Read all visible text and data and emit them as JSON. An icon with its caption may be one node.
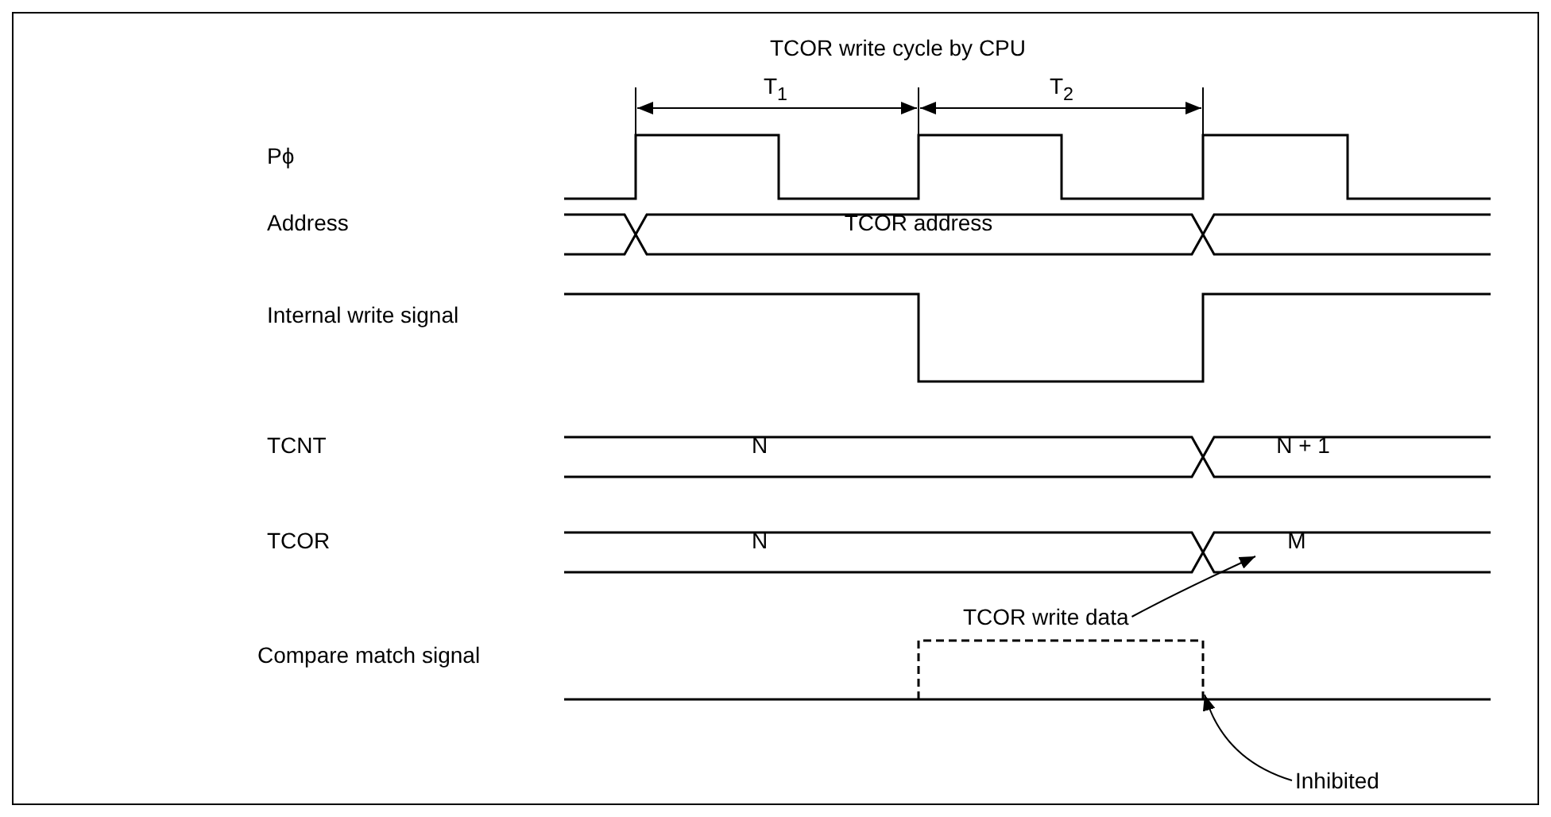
{
  "diagram": {
    "nodes": [
      {
        "text": [
          "TCOR write data"
        ]
      },
      {
        "text": [
          "Inhibited"
        ]
      },
      {
        "text": [],
        "shape": "box"
      }
    ],
    "edges": [
      {
        "from": 0,
        "to": null,
        "arrow": "to"
      },
      {
        "from": 1,
        "to": 2,
        "arrow": "to"
      }
    ],
    "labels": [
      "TCOR write cycle by CPU",
      "T$_{1}$",
      "T$_{2}$",
      "Pϕ",
      "Address",
      "TCOR address",
      "Internal write signal",
      "TCNT",
      "N",
      "N + 1",
      "TCOR",
      "N",
      "M",
      "Compare match signal"
    ]
  }
}
